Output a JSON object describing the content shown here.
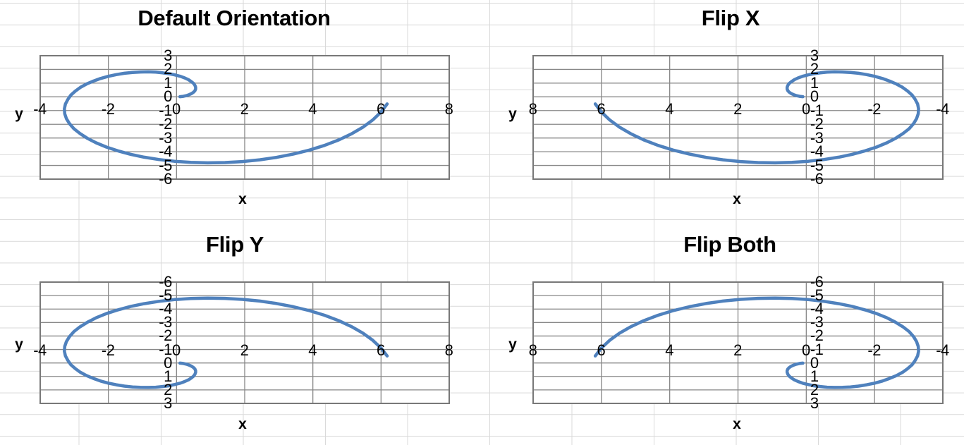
{
  "colors": {
    "curve": "#4f81bd",
    "plot_grid": "#878787",
    "plot_border": "#787878",
    "sheet_grid": "#d9d9d9",
    "text": "#000000"
  },
  "charts": [
    {
      "title": "Default Orientation",
      "x_label": "x",
      "y_label": "y",
      "flip_x": false,
      "flip_y": false,
      "x_range": [
        -4,
        8
      ],
      "y_range": [
        -6,
        3
      ],
      "x_tick_values": [
        -4,
        -2,
        0,
        2,
        4,
        6,
        8
      ],
      "x_tick_labels": [
        "-4",
        "-2",
        "0",
        "2",
        "4",
        "6",
        "8"
      ],
      "y_tick_values": [
        3,
        2,
        1,
        0,
        -1,
        -2,
        -3,
        -4,
        -5,
        -6
      ],
      "y_tick_labels": [
        "3",
        "2",
        "1",
        "0",
        "-1",
        "-2",
        "-3",
        "-4",
        "-5",
        "-6"
      ]
    },
    {
      "title": "Flip X",
      "x_label": "x",
      "y_label": "y",
      "flip_x": true,
      "flip_y": false,
      "x_range": [
        -4,
        8
      ],
      "y_range": [
        -6,
        3
      ],
      "x_tick_values": [
        8,
        6,
        4,
        2,
        0,
        -2,
        -4
      ],
      "x_tick_labels": [
        "8",
        "6",
        "4",
        "2",
        "0",
        "-2",
        "-4"
      ],
      "y_tick_values": [
        3,
        2,
        1,
        0,
        -1,
        -2,
        -3,
        -4,
        -5,
        -6
      ],
      "y_tick_labels": [
        "3",
        "2",
        "1",
        "0",
        "-1",
        "-2",
        "-3",
        "-4",
        "-5",
        "-6"
      ]
    },
    {
      "title": "Flip Y",
      "x_label": "x",
      "y_label": "y",
      "flip_x": false,
      "flip_y": true,
      "x_range": [
        -4,
        8
      ],
      "y_range": [
        -6,
        3
      ],
      "x_tick_values": [
        -4,
        -2,
        0,
        2,
        4,
        6,
        8
      ],
      "x_tick_labels": [
        "-4",
        "-2",
        "0",
        "2",
        "4",
        "6",
        "8"
      ],
      "y_tick_values": [
        -6,
        -5,
        -4,
        -3,
        -2,
        -1,
        0,
        1,
        2,
        3
      ],
      "y_tick_labels": [
        "-6",
        "-5",
        "-4",
        "-3",
        "-2",
        "-1",
        "0",
        "1",
        "2",
        "3"
      ]
    },
    {
      "title": "Flip Both",
      "x_label": "x",
      "y_label": "y",
      "flip_x": true,
      "flip_y": true,
      "x_range": [
        -4,
        8
      ],
      "y_range": [
        -6,
        3
      ],
      "x_tick_values": [
        8,
        6,
        4,
        2,
        0,
        -2,
        -4
      ],
      "x_tick_labels": [
        "8",
        "6",
        "4",
        "2",
        "0",
        "-2",
        "-4"
      ],
      "y_tick_values": [
        -6,
        -5,
        -4,
        -3,
        -2,
        -1,
        0,
        1,
        2,
        3
      ],
      "y_tick_labels": [
        "-6",
        "-5",
        "-4",
        "-3",
        "-2",
        "-1",
        "0",
        "1",
        "2",
        "3"
      ]
    }
  ],
  "chart_data": {
    "type": "line",
    "titles": [
      "Default Orientation",
      "Flip X",
      "Flip Y",
      "Flip Both"
    ],
    "xlabel": "x",
    "ylabel": "y",
    "x_range": [
      -4,
      8
    ],
    "y_range": [
      -6,
      3
    ],
    "grid": true,
    "legend": false,
    "description": "Same spiral curve plotted in a 2x2 grid with axes normal, x reversed, y reversed, and both reversed",
    "points": [
      [
        0.1,
        0.01
      ],
      [
        0.2,
        0.04
      ],
      [
        0.29,
        0.09
      ],
      [
        0.37,
        0.16
      ],
      [
        0.44,
        0.24
      ],
      [
        0.5,
        0.34
      ],
      [
        0.54,
        0.45
      ],
      [
        0.56,
        0.57
      ],
      [
        0.56,
        0.7
      ],
      [
        0.54,
        0.84
      ],
      [
        0.5,
        0.98
      ],
      [
        0.43,
        1.12
      ],
      [
        0.35,
        1.25
      ],
      [
        0.24,
        1.38
      ],
      [
        0.11,
        1.5
      ],
      [
        -0.05,
        1.6
      ],
      [
        -0.22,
        1.69
      ],
      [
        -0.41,
        1.75
      ],
      [
        -0.61,
        1.8
      ],
      [
        -0.83,
        1.82
      ],
      [
        -1.06,
        1.81
      ],
      [
        -1.29,
        1.78
      ],
      [
        -1.53,
        1.72
      ],
      [
        -1.77,
        1.62
      ],
      [
        -2.0,
        1.5
      ],
      [
        -2.23,
        1.34
      ],
      [
        -2.44,
        1.15
      ],
      [
        -2.64,
        0.94
      ],
      [
        -2.82,
        0.69
      ],
      [
        -2.97,
        0.42
      ],
      [
        -3.1,
        0.13
      ],
      [
        -3.19,
        -0.19
      ],
      [
        -3.26,
        -0.52
      ],
      [
        -3.29,
        -0.87
      ],
      [
        -3.28,
        -1.23
      ],
      [
        -3.23,
        -1.59
      ],
      [
        -3.14,
        -1.96
      ],
      [
        -3.01,
        -2.33
      ],
      [
        -2.83,
        -2.68
      ],
      [
        -2.61,
        -3.03
      ],
      [
        -2.36,
        -3.35
      ],
      [
        -2.06,
        -3.66
      ],
      [
        -1.72,
        -3.94
      ],
      [
        -1.35,
        -4.19
      ],
      [
        -0.95,
        -4.4
      ],
      [
        -0.52,
        -4.57
      ],
      [
        -0.06,
        -4.7
      ],
      [
        0.42,
        -4.78
      ],
      [
        0.91,
        -4.81
      ],
      [
        1.42,
        -4.79
      ],
      [
        1.93,
        -4.72
      ],
      [
        2.44,
        -4.59
      ],
      [
        2.94,
        -4.41
      ],
      [
        3.43,
        -4.17
      ],
      [
        3.9,
        -3.88
      ],
      [
        4.34,
        -3.54
      ],
      [
        4.76,
        -3.14
      ],
      [
        5.14,
        -2.69
      ],
      [
        5.47,
        -2.21
      ],
      [
        5.76,
        -1.68
      ],
      [
        6.0,
        -1.11
      ],
      [
        6.18,
        -0.52
      ]
    ]
  }
}
